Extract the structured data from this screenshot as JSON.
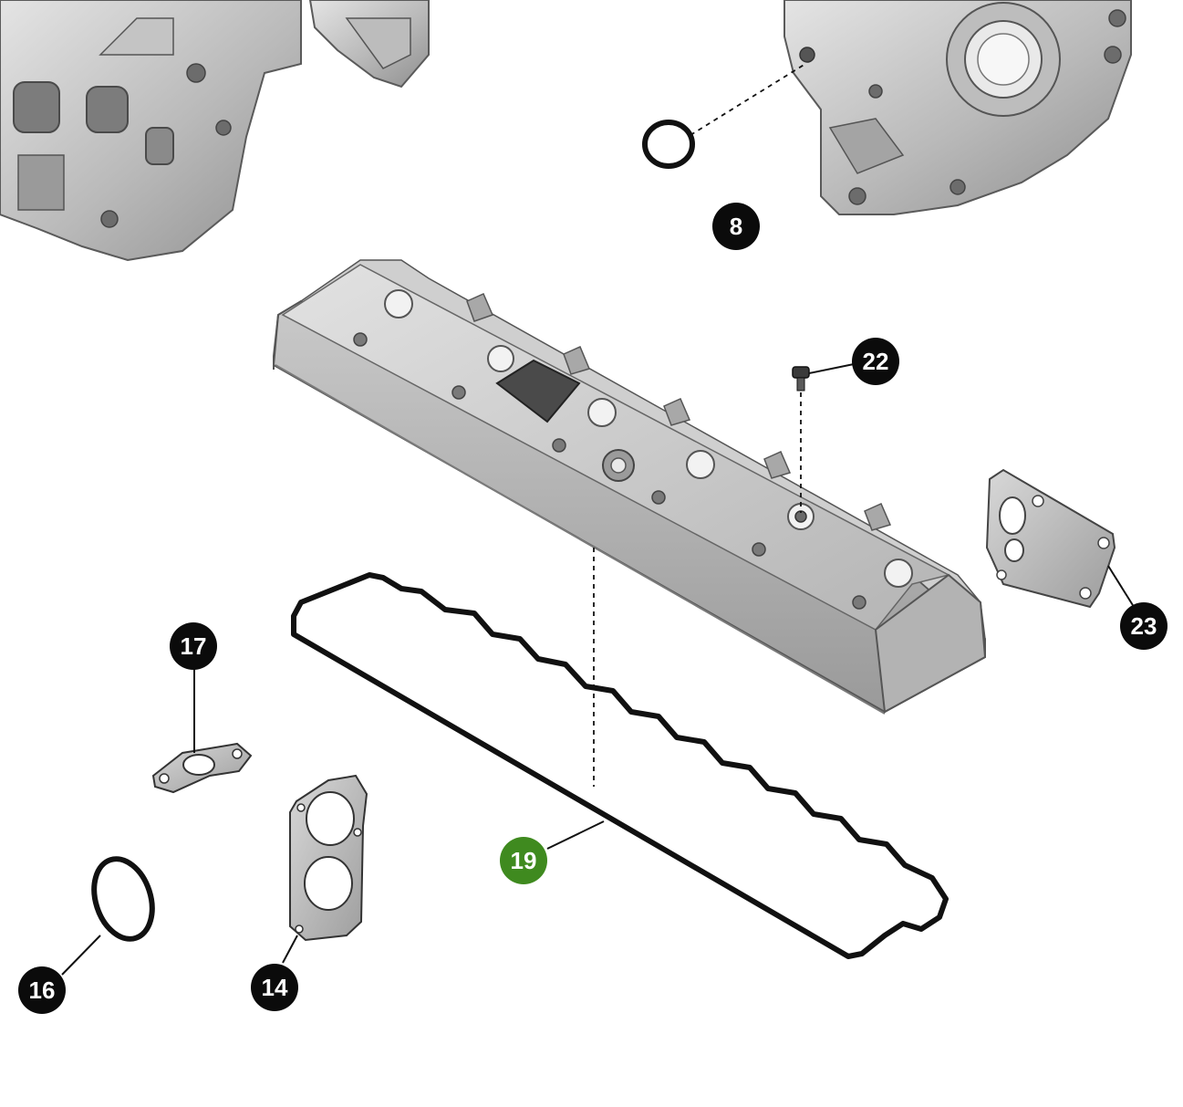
{
  "diagram": {
    "colors": {
      "callout_default": "#0b0b0b",
      "callout_highlight": "#3f8a1f",
      "callout_text": "#ffffff",
      "metal_light": "#d4d4d4",
      "metal_mid": "#a9a9a9",
      "metal_dark": "#6e6e6e",
      "gasket_black": "#111111",
      "leader_line": "#111111"
    },
    "callouts": [
      {
        "id": "8",
        "label": "8",
        "highlight": false,
        "part": "o-ring-seal"
      },
      {
        "id": "22",
        "label": "22",
        "highlight": false,
        "part": "cover-bolt"
      },
      {
        "id": "23",
        "label": "23",
        "highlight": false,
        "part": "cover-plate-gasket"
      },
      {
        "id": "17",
        "label": "17",
        "highlight": false,
        "part": "two-bolt-flange-gasket"
      },
      {
        "id": "19",
        "label": "19",
        "highlight": true,
        "part": "valve-cover-gasket"
      },
      {
        "id": "16",
        "label": "16",
        "highlight": false,
        "part": "oval-seal-ring"
      },
      {
        "id": "14",
        "label": "14",
        "highlight": false,
        "part": "double-port-gasket"
      }
    ]
  }
}
